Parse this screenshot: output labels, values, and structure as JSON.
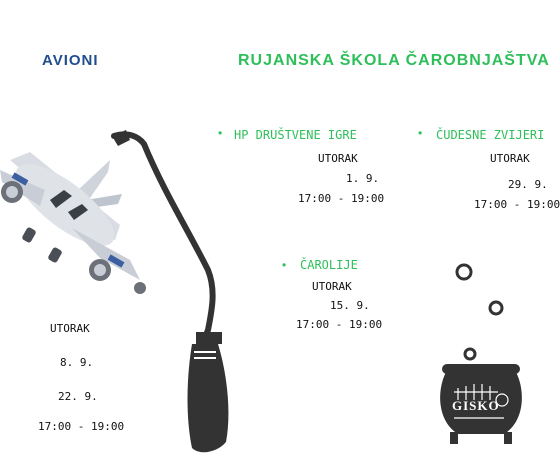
{
  "header": {
    "left_title": "AVIONI",
    "right_title": "RUJANSKA ŠKOLA ČAROBNJAŠTVA"
  },
  "left_section": {
    "day": "UTORAK",
    "date_1": "8. 9.",
    "date_2": "22. 9.",
    "time": "17:00 - 19:00"
  },
  "events": [
    {
      "name": "HP DRUŠTVENE IGRE",
      "day": "UTORAK",
      "date": "1. 9.",
      "time": "17:00 - 19:00"
    },
    {
      "name": "ČAROLIJE",
      "day": "UTORAK",
      "date": "15. 9.",
      "time": "17:00 - 19:00"
    },
    {
      "name": "ČUDESNE ZVIJERI",
      "day": "UTORAK",
      "date": "29. 9.",
      "time": "17:00 - 19:00"
    }
  ],
  "logo": {
    "text": "GISKO"
  },
  "colors": {
    "green": "#2fbf5a",
    "blue": "#1f4e8c",
    "dark": "#333333"
  }
}
